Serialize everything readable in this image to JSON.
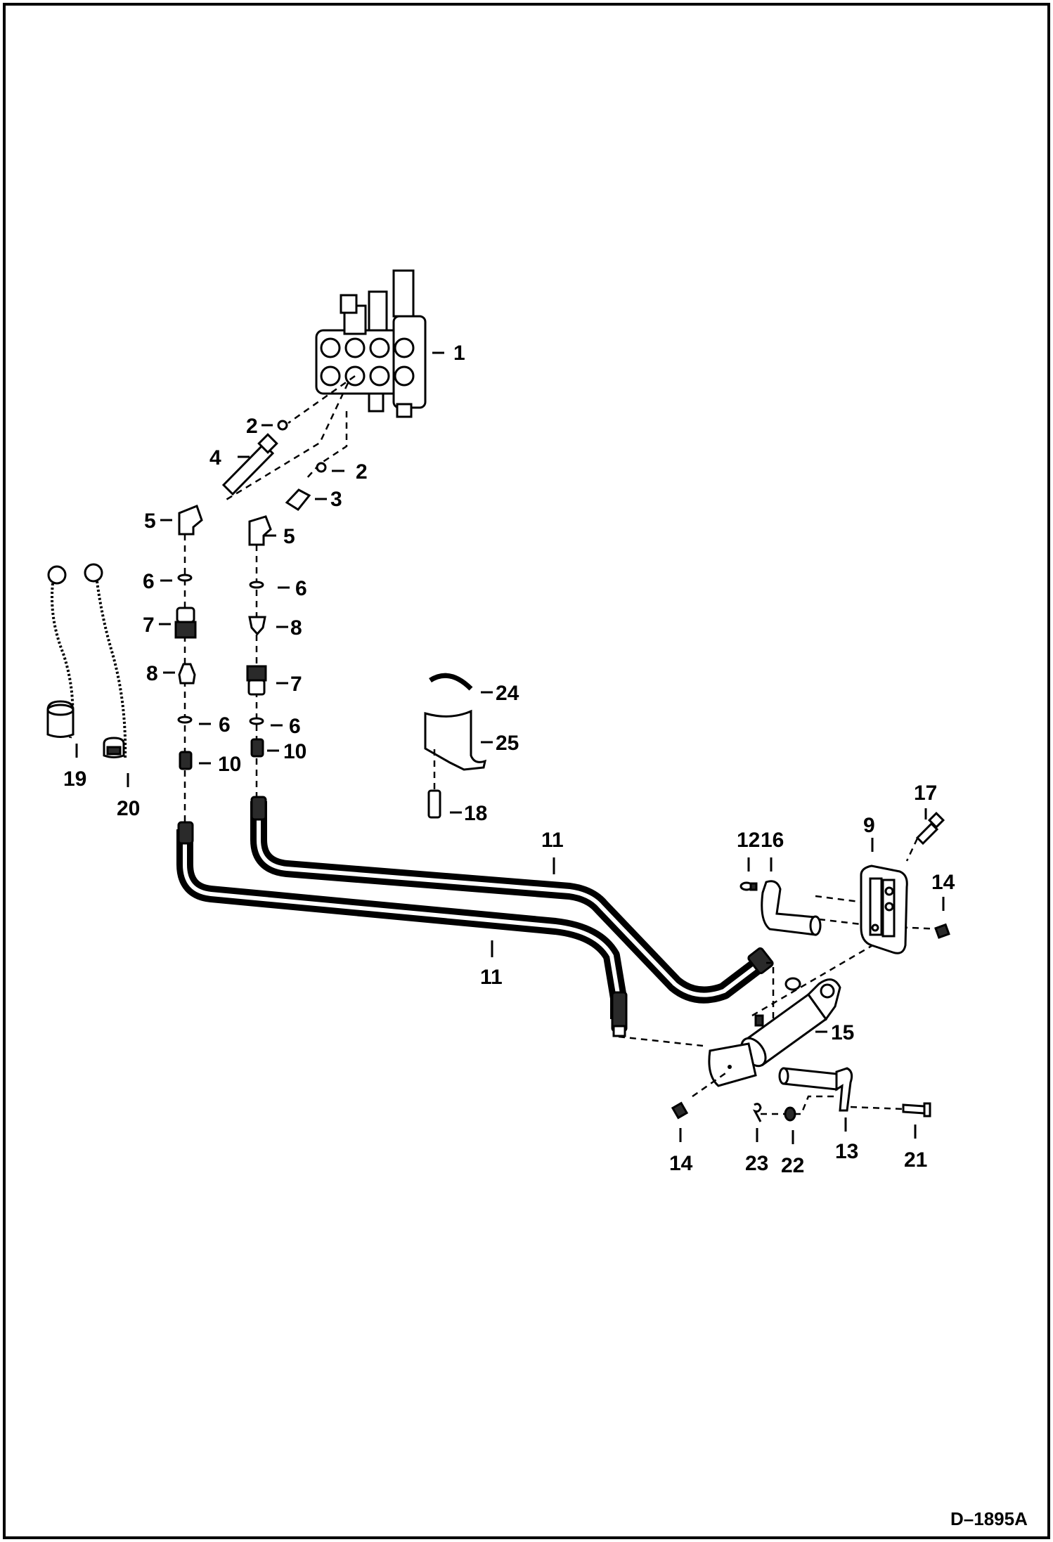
{
  "diagram": {
    "drawing_number": "D–1895A",
    "callouts": {
      "c1": "1",
      "c2a": "2",
      "c2b": "2",
      "c3": "3",
      "c4": "4",
      "c5a": "5",
      "c5b": "5",
      "c6a": "6",
      "c6b": "6",
      "c6c": "6",
      "c6d": "6",
      "c7a": "7",
      "c7b": "7",
      "c8a": "8",
      "c8b": "8",
      "c9": "9",
      "c10a": "10",
      "c10b": "10",
      "c11a": "11",
      "c11b": "11",
      "c12": "12",
      "c13": "13",
      "c14a": "14",
      "c14b": "14",
      "c15": "15",
      "c16": "16",
      "c17": "17",
      "c18": "18",
      "c19": "19",
      "c20": "20",
      "c21": "21",
      "c22": "22",
      "c23": "23",
      "c24": "24",
      "c25": "25"
    }
  }
}
